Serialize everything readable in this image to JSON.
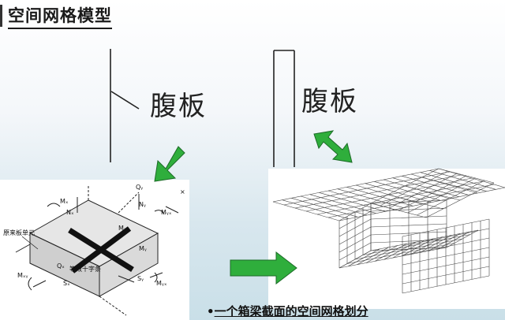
{
  "slide": {
    "title": "空间网格模型",
    "web_label_left": "腹板",
    "web_label_right": "腹板",
    "caption_bullet": "•",
    "caption": "一个箱梁截面的空间网格划分"
  },
  "element_diagram": {
    "original_element_label": "原来板单元",
    "equivalent_cross_label": "等效十字条",
    "force_labels": [
      "Mₓ",
      "Mᵧ",
      "Nₓ",
      "Nᵧ",
      "Mₓᵧ",
      "Mᵧₓ",
      "Qₓ",
      "Qᵧ",
      "Sₓ",
      "Sᵧ",
      "Mₓᵧ",
      "Mᵧₓ"
    ]
  },
  "colors": {
    "arrow_green": "#2fae3c",
    "arrow_dark": "#1c6b27",
    "line": "#222222"
  }
}
